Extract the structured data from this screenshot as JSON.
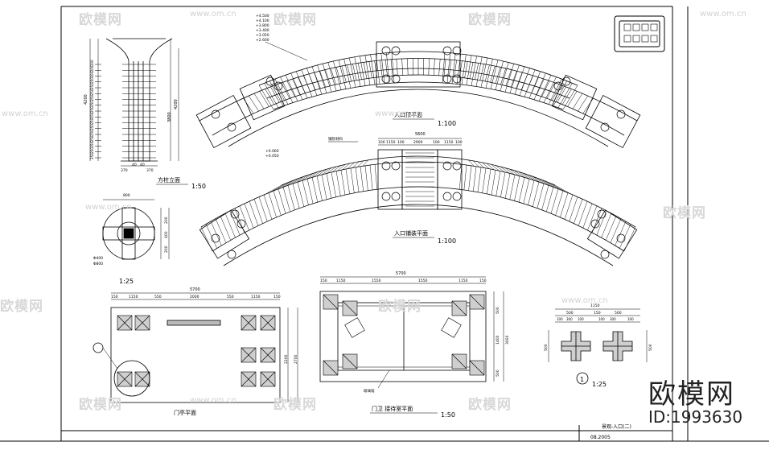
{
  "watermark": {
    "logo_text": "欧模网",
    "url_text": "www.om.cn"
  },
  "brand": {
    "name": "欧模网",
    "id_label": "ID:1993630"
  },
  "drawings": {
    "roof_plan": {
      "title": "入口顶平面",
      "scale": "1:100",
      "elev_labels": [
        "+4.500",
        "+4.100",
        "+3.800",
        "+3.400",
        "+3.050",
        "+2.600"
      ]
    },
    "paving_plan": {
      "title": "入口铺装平面",
      "scale": "1:100",
      "top_total": "5600",
      "top_dims": [
        "100",
        "1150",
        "100",
        "2900",
        "100",
        "1150",
        "100"
      ],
      "elev_labels": [
        "+0.060",
        "+0.050"
      ],
      "note": "铺装材料"
    },
    "column_elev": {
      "title": "方柱立面",
      "scale": "1:50",
      "height_left": "4200",
      "height_right": "4200",
      "height_mid": "3800",
      "bottom_dims": [
        "370",
        "40",
        "40",
        "370"
      ],
      "rungs": [
        "200",
        "200",
        "200",
        "250",
        "250",
        "250",
        "250",
        "250",
        "250",
        "250",
        "250",
        "250",
        "250",
        "250",
        "250",
        "250",
        "250"
      ]
    },
    "column_plan": {
      "scale": "1:25",
      "top_dim": "800",
      "side_dims": [
        "200",
        "400",
        "200"
      ],
      "bottom_labels": [
        "Φ400",
        "Φ800"
      ]
    },
    "gate_plan": {
      "title": "门亭平面",
      "total": "5700",
      "dims": [
        "150",
        "1150",
        "550",
        "2000",
        "550",
        "1150",
        "150"
      ],
      "side_dims": [
        "2200",
        "2700"
      ]
    },
    "guard_plan": {
      "title": "门卫 接待室平面",
      "scale": "1:50",
      "total": "5700",
      "dims": [
        "150",
        "1150",
        "1550",
        "1550",
        "1150",
        "150"
      ],
      "side_dims": [
        "500",
        "1400",
        "500",
        "3000"
      ],
      "note": "玻璃墙"
    },
    "detail1": {
      "scale": "1:25",
      "marker": "1",
      "total": "1150",
      "dims": [
        "500",
        "150",
        "500"
      ],
      "sub_dims": [
        "100",
        "300",
        "100",
        "100",
        "300",
        "100"
      ],
      "side_dims": [
        "500",
        "500"
      ]
    }
  },
  "title_block": {
    "sheet_name": "景观-入口(二)",
    "date": "08.2005"
  }
}
